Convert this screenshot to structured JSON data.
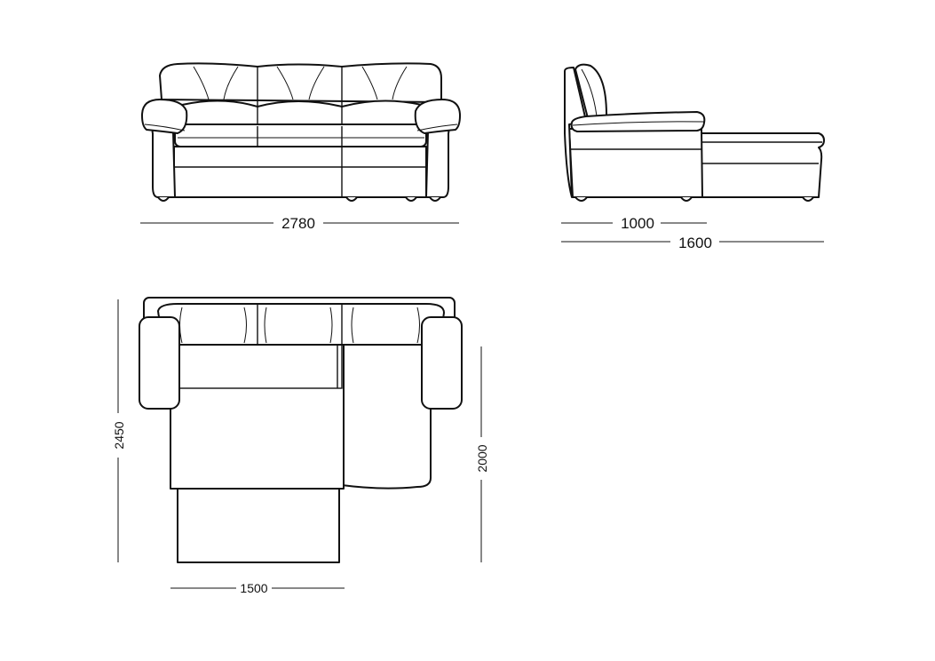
{
  "dimensions": {
    "front_width": "2780",
    "side_depth": "1000",
    "side_depth_extended": "1600",
    "top_total_length": "2450",
    "top_chaise_length": "2000",
    "top_seat_width": "1500"
  },
  "colors": {
    "line": "#111111",
    "background": "#ffffff"
  }
}
